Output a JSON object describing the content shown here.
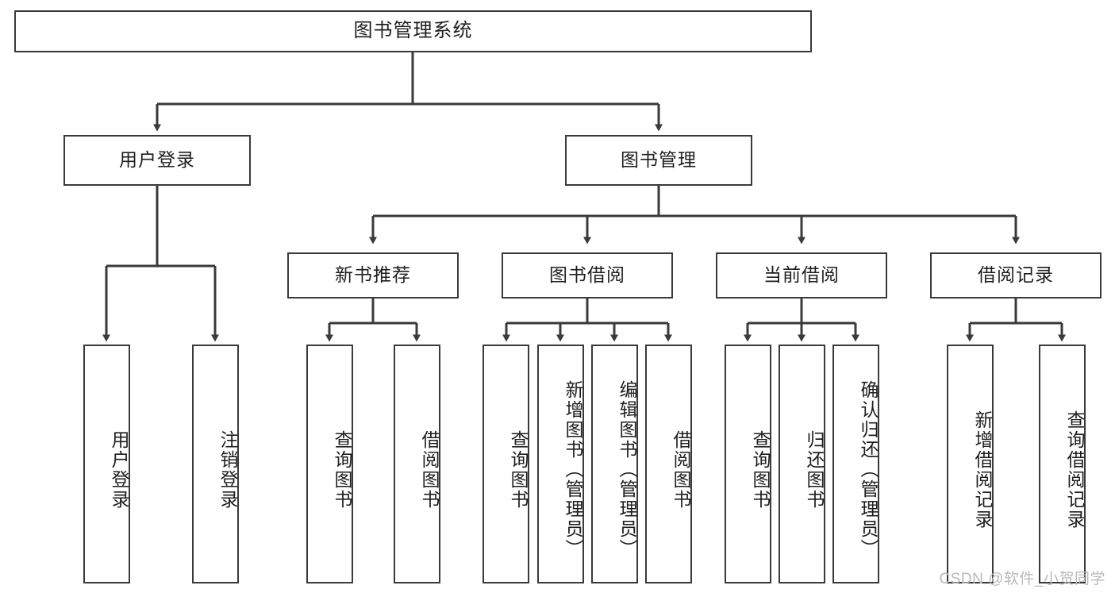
{
  "diagram": {
    "title": "图书管理系统",
    "type": "tree",
    "watermark": "CSDN @软件_小贺同学",
    "colors": {
      "box_border": "#3a3a3a",
      "box_fill": "#ffffff",
      "line": "#3a3a3a",
      "text": "#1e1e1e",
      "watermark": "#b9b9b9"
    },
    "root": {
      "label": "图书管理系统"
    },
    "level2": [
      {
        "label": "用户登录"
      },
      {
        "label": "图书管理"
      }
    ],
    "level3": [
      {
        "label": "新书推荐"
      },
      {
        "label": "图书借阅"
      },
      {
        "label": "当前借阅"
      },
      {
        "label": "借阅记录"
      }
    ],
    "leaves": {
      "user_login": [
        {
          "label": "用户登录"
        },
        {
          "label": "注销登录"
        }
      ],
      "new_book_recommend": [
        {
          "label": "查询图书"
        },
        {
          "label": "借阅图书"
        }
      ],
      "book_borrow": [
        {
          "label": "查询图书"
        },
        {
          "label": "新增图书（管理员）"
        },
        {
          "label": "编辑图书（管理员）"
        },
        {
          "label": "借阅图书"
        }
      ],
      "current_borrow": [
        {
          "label": "查询图书"
        },
        {
          "label": "归还图书"
        },
        {
          "label": "确认归还（管理员）"
        }
      ],
      "borrow_record": [
        {
          "label": "新增借阅记录"
        },
        {
          "label": "查询借阅记录"
        }
      ]
    }
  }
}
